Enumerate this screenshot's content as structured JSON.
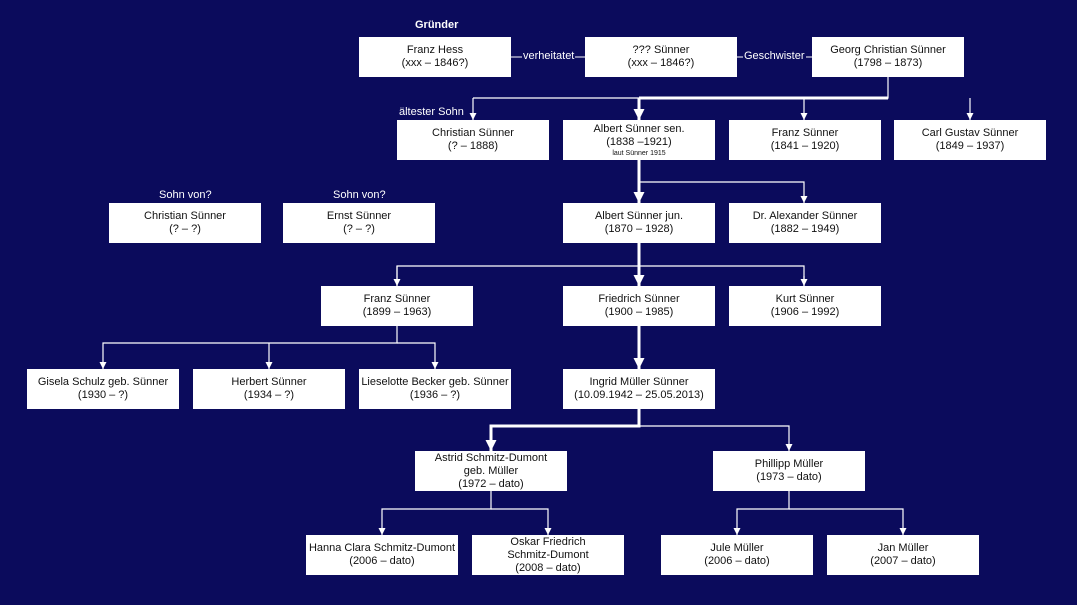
{
  "header": {
    "founder_label": "Gründer"
  },
  "labels": {
    "eldest_son": "ältester Sohn",
    "son_of_1": "Sohn von?",
    "son_of_2": "Sohn von?",
    "married": "verheitatet",
    "siblings": "Geschwister"
  },
  "people": {
    "franz_hess": {
      "name": "Franz Hess",
      "dates": "(xxx – 1846?)"
    },
    "unknown_suenner": {
      "name": "??? Sünner",
      "dates": "(xxx – 1846?)"
    },
    "georg_christian": {
      "name": "Georg Christian Sünner",
      "dates": "(1798 – 1873)"
    },
    "christian_1": {
      "name": "Christian Sünner",
      "dates": "(? – 1888)"
    },
    "albert_sen": {
      "name": "Albert Sünner sen.",
      "dates": "(1838 –1921)",
      "note": "laut Sünner 1915"
    },
    "franz_1841": {
      "name": "Franz Sünner",
      "dates": "(1841 – 1920)"
    },
    "carl_gustav": {
      "name": "Carl Gustav Sünner",
      "dates": "(1849 – 1937)"
    },
    "christian_2": {
      "name": "Christian Sünner",
      "dates": "(? – ?)"
    },
    "ernst": {
      "name": "Ernst Sünner",
      "dates": "(? – ?)"
    },
    "albert_jun": {
      "name": "Albert Sünner jun.",
      "dates": "(1870 – 1928)"
    },
    "alexander": {
      "name": "Dr. Alexander Sünner",
      "dates": "(1882 – 1949)"
    },
    "franz_1899": {
      "name": "Franz Sünner",
      "dates": "(1899 – 1963)"
    },
    "friedrich": {
      "name": "Friedrich Sünner",
      "dates": "(1900 – 1985)"
    },
    "kurt": {
      "name": "Kurt Sünner",
      "dates": "(1906 – 1992)"
    },
    "gisela": {
      "name": "Gisela Schulz geb. Sünner",
      "dates": "(1930 – ?)"
    },
    "herbert": {
      "name": "Herbert Sünner",
      "dates": "(1934 – ?)"
    },
    "lieselotte": {
      "name": "Lieselotte Becker geb. Sünner",
      "dates": "(1936 – ?)"
    },
    "ingrid": {
      "name": "Ingrid Müller Sünner",
      "dates": "(10.09.1942 – 25.05.2013)"
    },
    "astrid": {
      "name1": "Astrid Schmitz-Dumont",
      "name2": "geb. Müller",
      "dates": "(1972 – dato)"
    },
    "phillipp": {
      "name": "Phillipp Müller",
      "dates": "(1973 – dato)"
    },
    "hanna": {
      "name": "Hanna Clara Schmitz-Dumont",
      "dates": "(2006 – dato)"
    },
    "oskar": {
      "name1": "Oskar Friedrich",
      "name2": "Schmitz-Dumont",
      "dates": "(2008 – dato)"
    },
    "jule": {
      "name": "Jule Müller",
      "dates": "(2006 – dato)"
    },
    "jan": {
      "name": "Jan Müller",
      "dates": "(2007 – dato)"
    }
  }
}
